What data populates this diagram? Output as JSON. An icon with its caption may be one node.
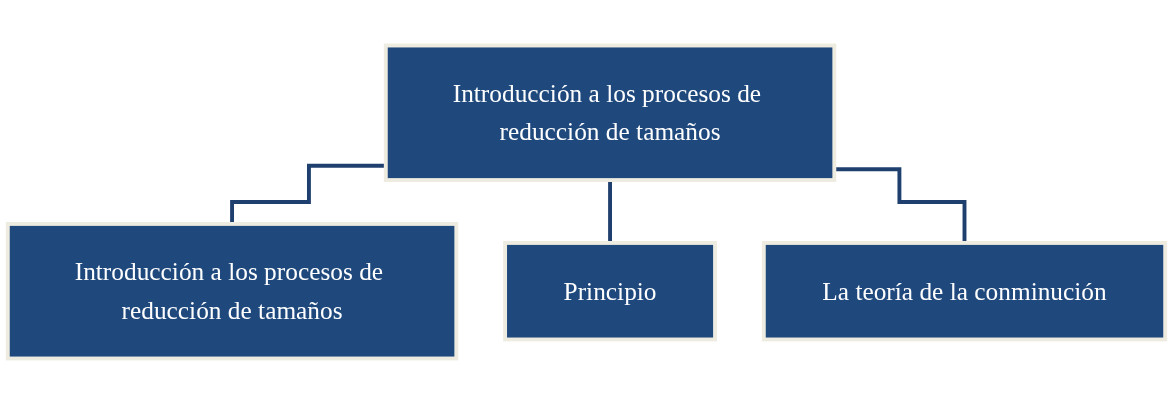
{
  "diagram": {
    "nodes": [
      {
        "text": [
          "Introducción a los procesos de reducción de tamaños"
        ]
      },
      {
        "text": [
          "Introducción a los procesos de reducción de tamaños"
        ]
      },
      {
        "text": [
          "Principio"
        ]
      },
      {
        "text": [
          "La teoría de la conminución"
        ]
      }
    ],
    "edges": [
      {
        "from": 0,
        "to": 1,
        "arrow": "none"
      },
      {
        "from": 0,
        "to": 2,
        "arrow": "none"
      },
      {
        "from": 0,
        "to": 3,
        "arrow": "none"
      }
    ]
  }
}
